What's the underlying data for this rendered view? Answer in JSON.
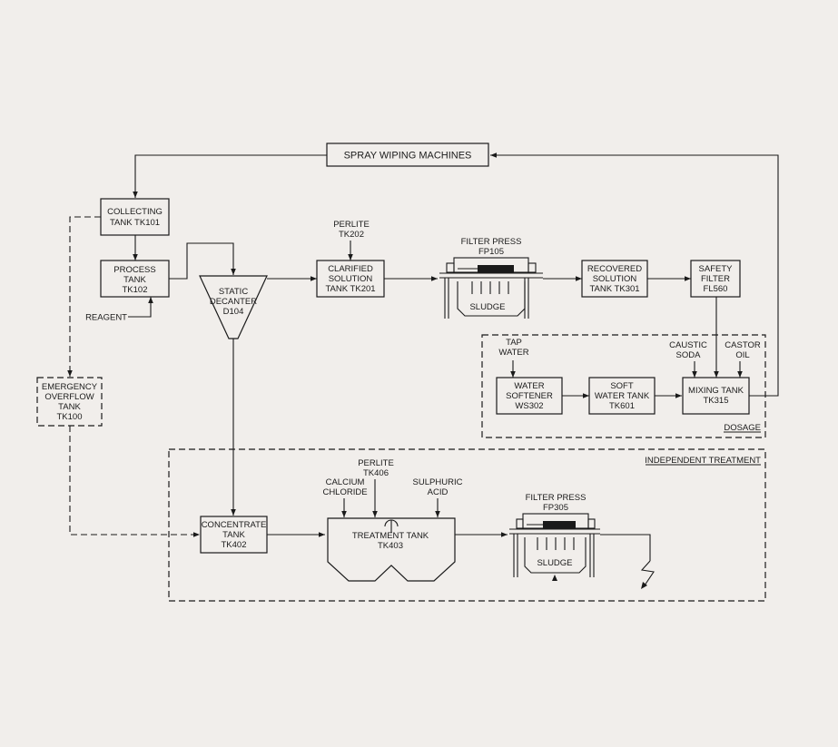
{
  "colors": {
    "background": "#f1eeeb",
    "ink": "#1a1a1a"
  },
  "nodes": {
    "spray": [
      "SPRAY WIPING MACHINES"
    ],
    "collecting": [
      "COLLECTING",
      "TANK TK101"
    ],
    "process": [
      "PROCESS",
      "TANK",
      "TK102"
    ],
    "reagent": [
      "REAGENT"
    ],
    "decanter": [
      "STATIC",
      "DECANTER",
      "D104"
    ],
    "perlite1": [
      "PERLITE",
      "TK202"
    ],
    "clarified": [
      "CLARIFIED",
      "SOLUTION",
      "TANK TK201"
    ],
    "fp1_label": [
      "FILTER PRESS",
      "FP105"
    ],
    "fp1_sludge": [
      "SLUDGE"
    ],
    "recovered": [
      "RECOVERED",
      "SOLUTION",
      "TANK TK301"
    ],
    "safety": [
      "SAFETY",
      "FILTER",
      "FL560"
    ],
    "emergency": [
      "EMERGENCY",
      "OVERFLOW",
      "TANK",
      "TK100"
    ],
    "tap": [
      "TAP",
      "WATER"
    ],
    "softener": [
      "WATER",
      "SOFTENER",
      "WS302"
    ],
    "soft": [
      "SOFT",
      "WATER TANK",
      "TK601"
    ],
    "caustic": [
      "CAUSTIC",
      "SODA"
    ],
    "castor": [
      "CASTOR",
      "OIL"
    ],
    "mixing": [
      "MIXING TANK",
      "TK315"
    ],
    "dosage": [
      "DOSAGE"
    ],
    "independent": [
      "INDEPENDENT TREATMENT"
    ],
    "perlite2": [
      "PERLITE",
      "TK406"
    ],
    "calcium": [
      "CALCIUM",
      "CHLORIDE"
    ],
    "sulphuric": [
      "SULPHURIC",
      "ACID"
    ],
    "concentrate": [
      "CONCENTRATE",
      "TANK",
      "TK402"
    ],
    "treatment": [
      "TREATMENT  TANK",
      "TK403"
    ],
    "fp2_label": [
      "FILTER PRESS",
      "FP305"
    ],
    "fp2_sludge": [
      "SLUDGE"
    ]
  }
}
